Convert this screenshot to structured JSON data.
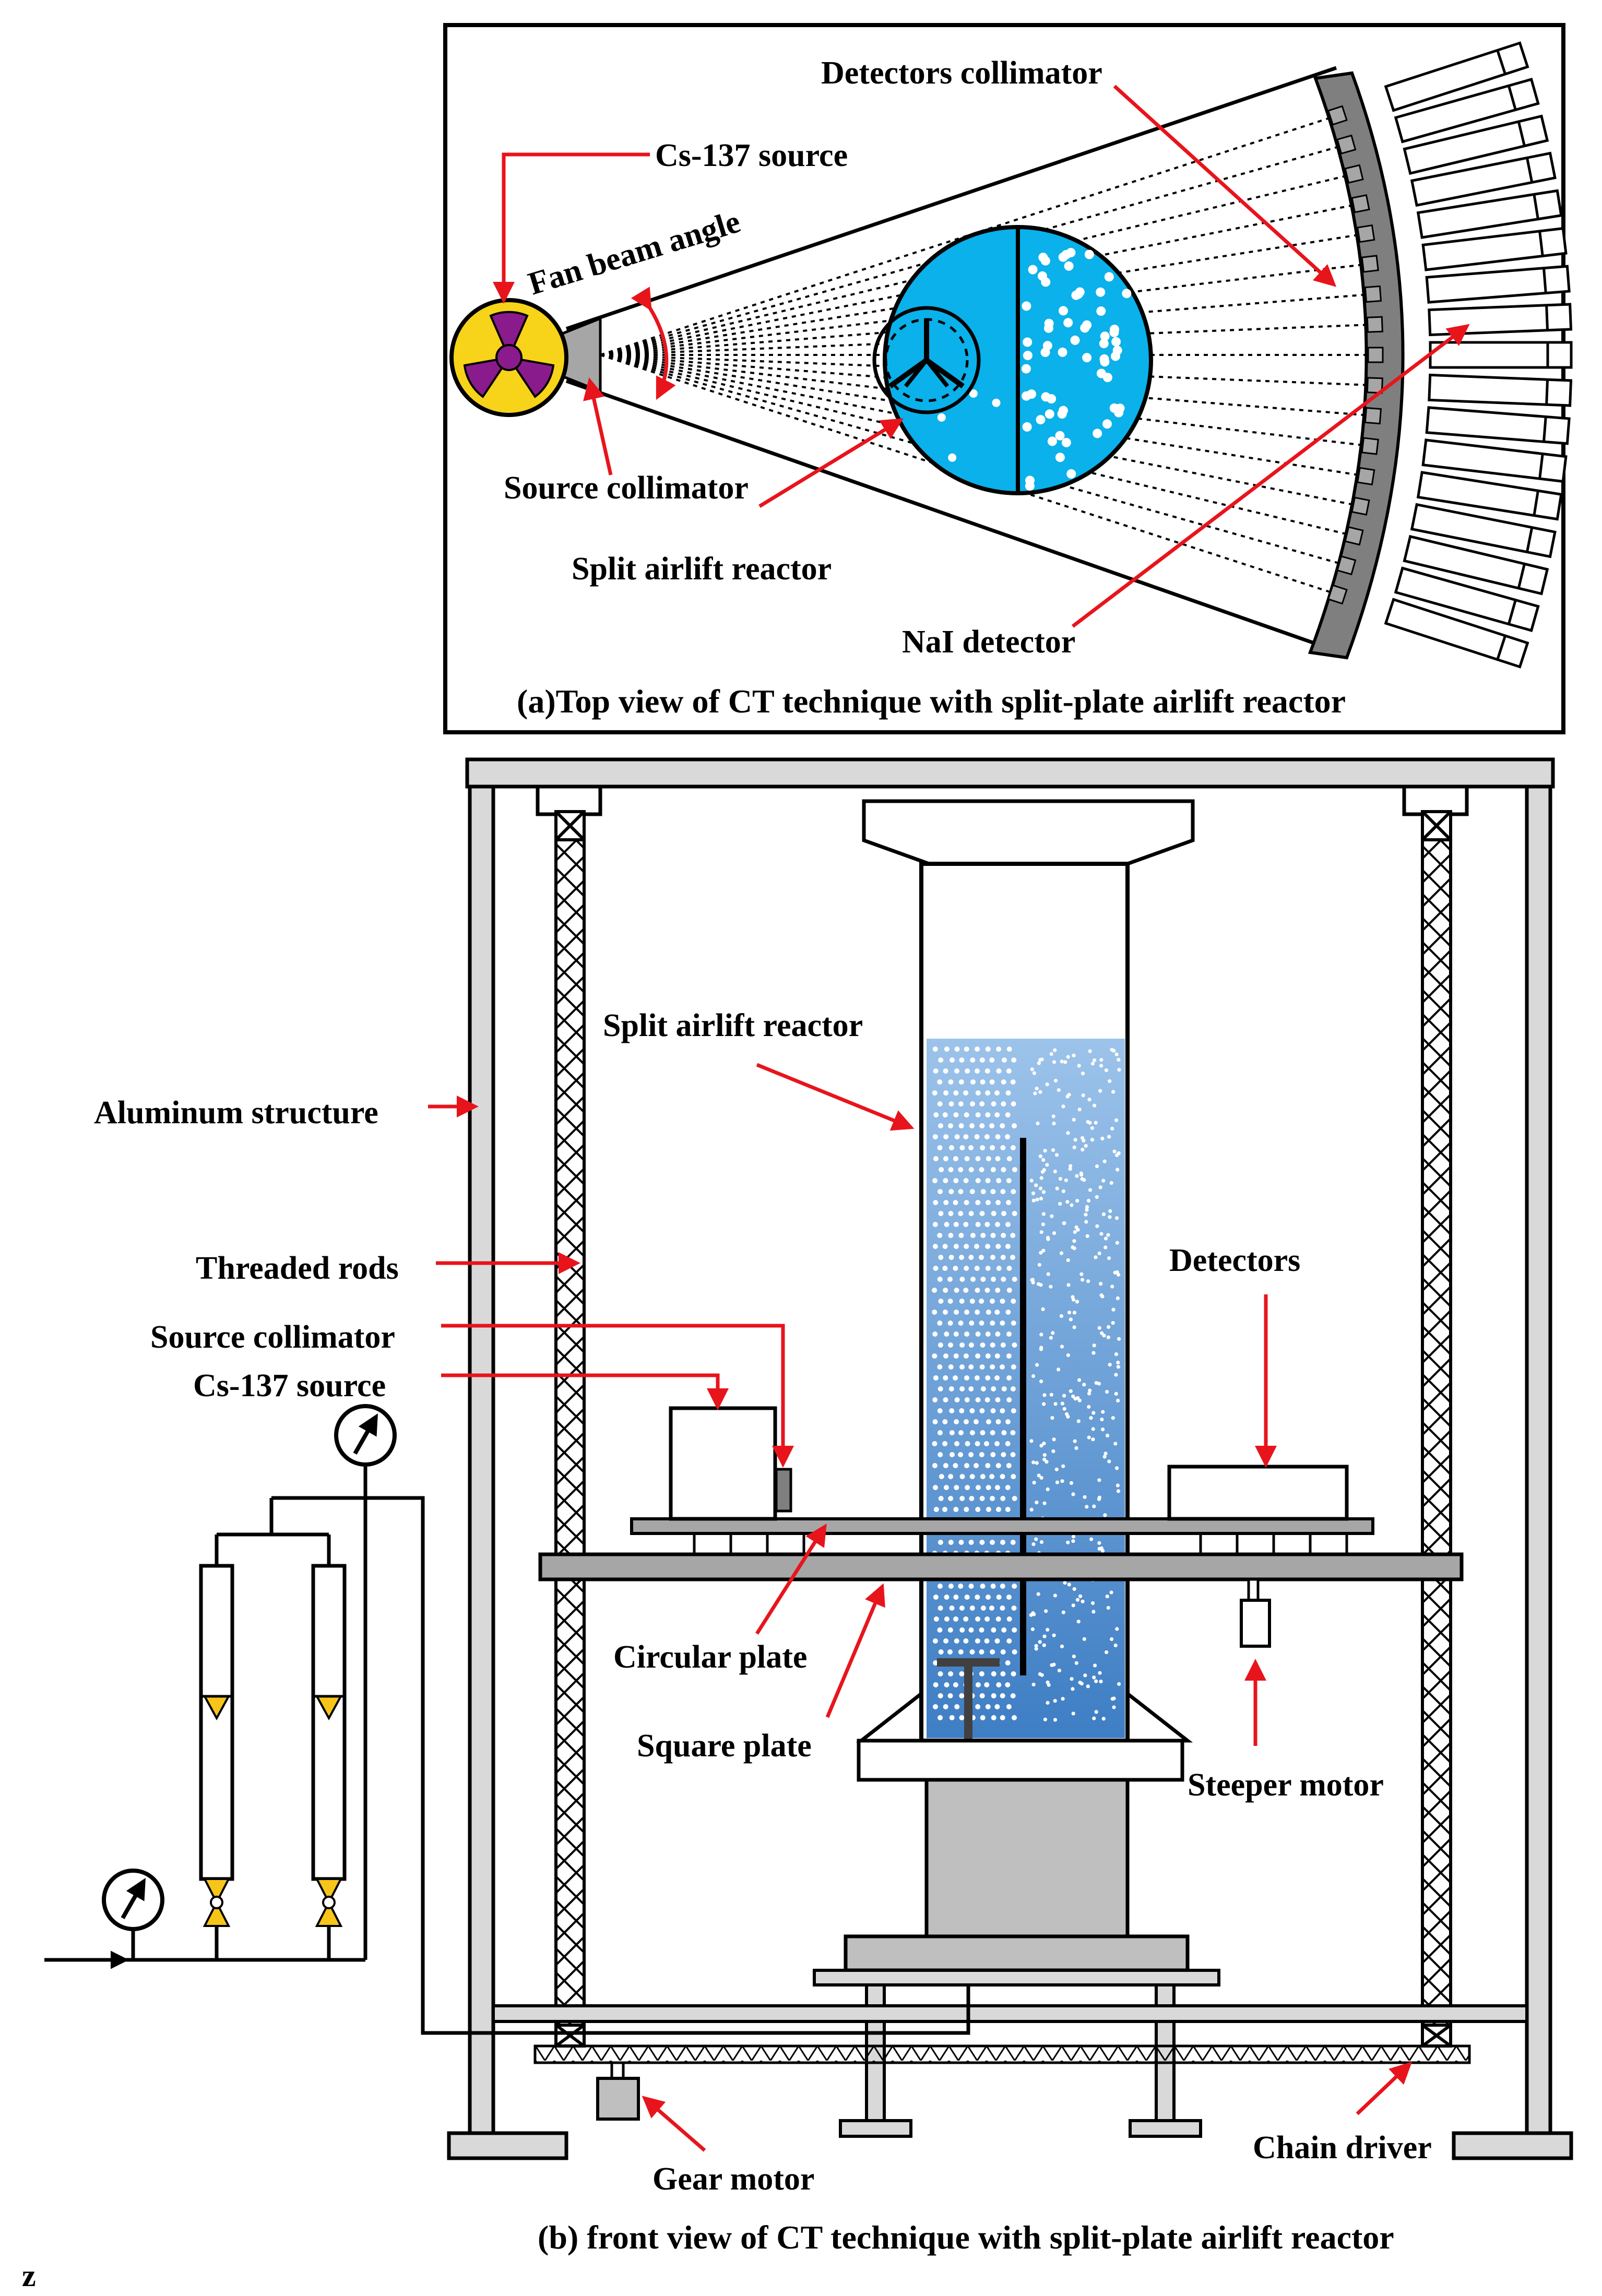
{
  "top_view": {
    "caption": "(a)Top view of CT technique with split-plate airlift reactor",
    "labels": {
      "detectors_collimator": "Detectors collimator",
      "cs137_source": "Cs-137 source",
      "fan_beam_angle": "Fan beam angle",
      "source_collimator": "Source collimator",
      "split_airlift_reactor": "Split airlift reactor",
      "nai_detector": "NaI detector"
    }
  },
  "front_view": {
    "caption": "(b) front view of CT technique with split-plate airlift reactor",
    "labels": {
      "split_airlift_reactor": "Split airlift reactor",
      "aluminum_structure": "Aluminum structure",
      "threaded_rods": "Threaded rods",
      "detectors": "Detectors",
      "source_collimator": "Source collimator",
      "cs137_source": "Cs-137 source",
      "circular_plate": "Circular plate",
      "square_plate": "Square plate",
      "steeper_motor": "Steeper motor",
      "gear_motor": "Gear motor",
      "chain_driver": "Chain driver"
    }
  },
  "corner_mark": "z",
  "colors": {
    "arrow_red": "#e8141c",
    "reactor_cyan": "#0ab1ea",
    "water_blue": "#5b95cf",
    "source_yellow": "#f7d31a",
    "source_purple": "#8a1b8c",
    "steel_gray": "#a6a6a6",
    "light_gray": "#d9d9d9",
    "valve_yellow": "#f7c51a"
  }
}
